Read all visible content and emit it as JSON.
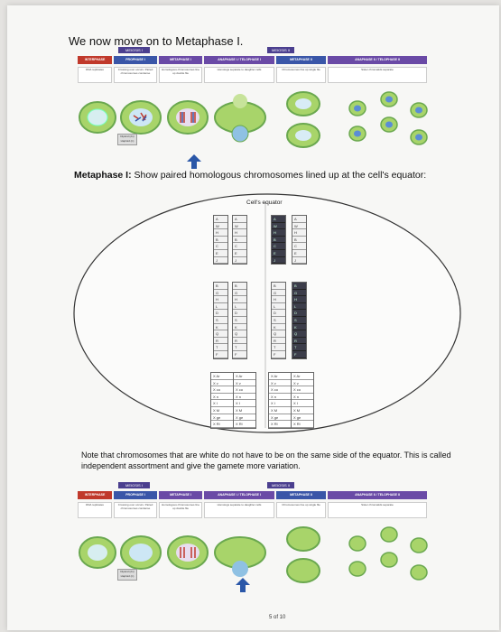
{
  "heading": "We now move on to Metaphase I.",
  "statement": {
    "bold": "Metaphase I:",
    "rest": " Show paired homologous chromosomes lined up at the cell's equator:"
  },
  "oval": {
    "equator_label": "Cell's equator"
  },
  "chromosomes": {
    "top_set": [
      "A",
      "W",
      "H",
      "B",
      "C",
      "E",
      "J"
    ],
    "mid_set": [
      "B",
      "G",
      "H",
      "L",
      "D",
      "S",
      "K",
      "Q",
      "R",
      "T",
      "F"
    ],
    "sex_set": [
      "X Ar",
      "X v",
      "X co",
      "X n",
      "X I",
      "X M",
      "X ge",
      "X Rl"
    ]
  },
  "note": "Note that chromosomes that are white do not have to be on the same side of the equator. This is called independent assortment and give the gamete more variation.",
  "figure": {
    "band_meiosis": "MEIOSIS I",
    "band_meiosis2": "MEIOSIS II",
    "stages": [
      "INTERPHASE",
      "PROPHASE I",
      "METAPHASE I",
      "ANAPHASE I / TELOPHASE I",
      "METAPHASE II",
      "ANAPHASE II / TELOPHASE II"
    ],
    "descs": [
      "DNA replicates",
      "Crossing over occurs. Paired chromosomes condense",
      "Homologous chromosomes line up double file",
      "Homologs separate to daughter cells",
      "Chromosomes line up single file",
      "Sister chromatids separate"
    ],
    "box_label": "Diploid (2n)\nHaploid (n)"
  },
  "page_number": "5 of 10"
}
